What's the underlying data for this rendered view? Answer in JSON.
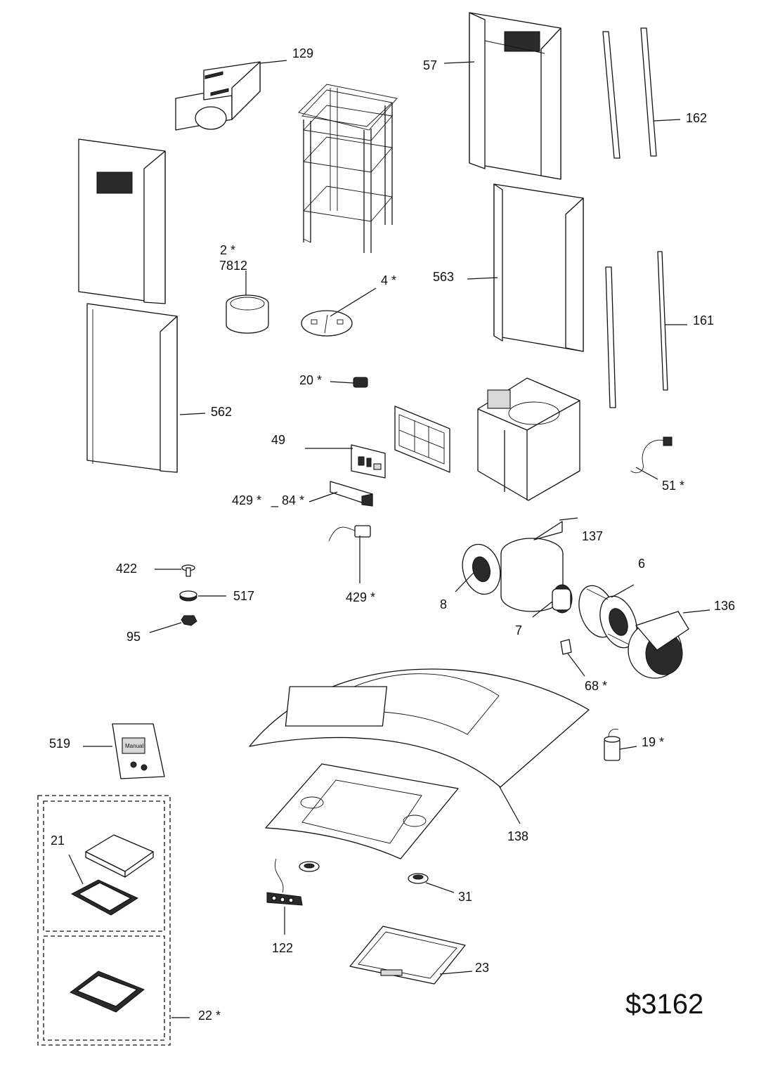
{
  "callouts": {
    "c129": "129",
    "c57": "57",
    "c162": "162",
    "c2": "2 *",
    "c7812": "7812",
    "c4": "4 *",
    "c563": "563",
    "c161": "161",
    "c20": "20 *",
    "c562": "562",
    "c49": "49",
    "c51": "51 *",
    "c429a": "429 *",
    "c84": "_ 84 *",
    "c137": "137",
    "c422": "422",
    "c6": "6",
    "c517": "517",
    "c429b": "429 *",
    "c8": "8",
    "c136": "136",
    "c7": "7",
    "c95": "95",
    "c68": "68 *",
    "c519": "519",
    "c19": "19 *",
    "c138": "138",
    "c21": "21",
    "c31": "31",
    "c122": "122",
    "c23": "23",
    "c22": "22 *"
  },
  "diagram_code": "$3162",
  "bag_label": "Manual"
}
